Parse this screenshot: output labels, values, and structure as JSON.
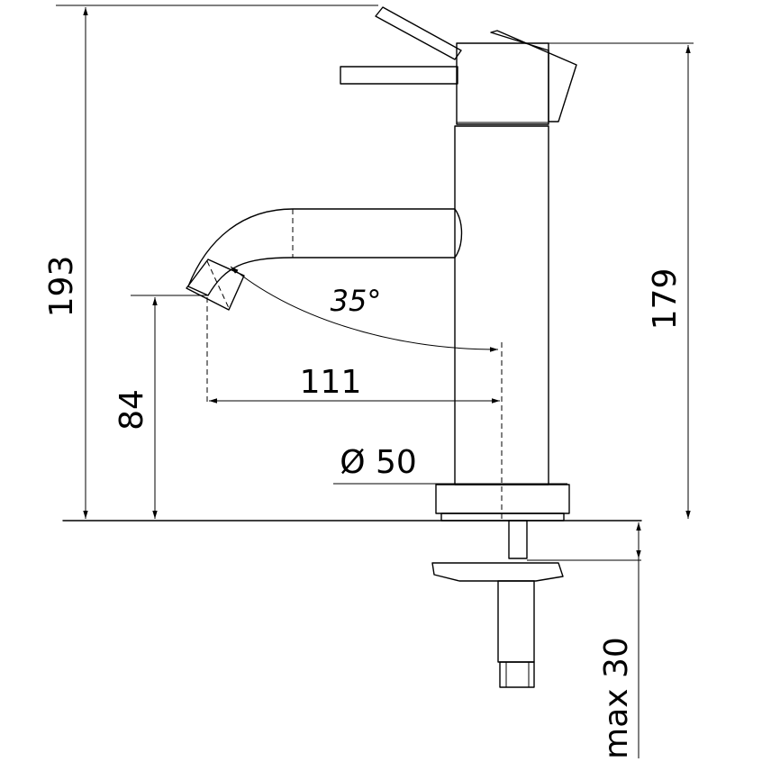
{
  "drawing": {
    "dimensions": {
      "total_height": "193",
      "body_height": "179",
      "spout_height": "84",
      "reach": "111",
      "base_diameter": "Ø 50",
      "angle": "35°",
      "max_thickness": "max 30"
    }
  }
}
